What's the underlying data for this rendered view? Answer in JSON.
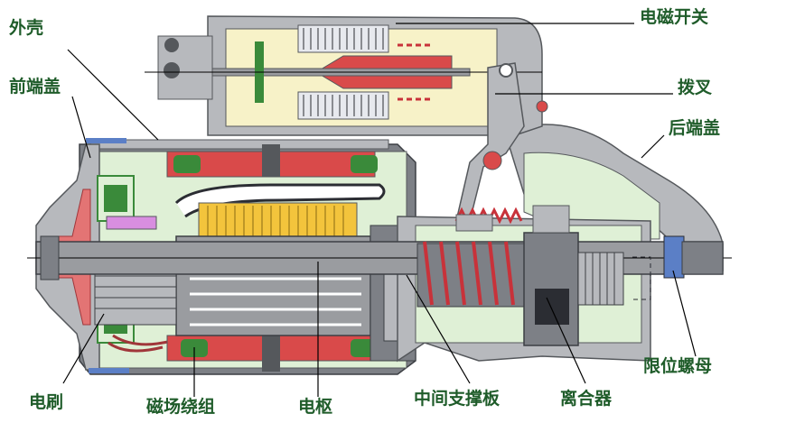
{
  "diagram": {
    "labels": {
      "shell": "外壳",
      "front_cover": "前端盖",
      "solenoid_switch": "电磁开关",
      "shift_fork": "拨叉",
      "rear_cover": "后端盖",
      "limit_nut": "限位螺母",
      "brush": "电刷",
      "field_winding": "磁场绕组",
      "armature": "电枢",
      "middle_bearing_plate": "中间支撑板",
      "clutch": "离合器"
    },
    "colors": {
      "label_text": "#1f5c2a",
      "leader_line": "#000000",
      "housing_gray": "#b7b9bd",
      "housing_dark": "#7d8086",
      "interior_green": "#dff0d6",
      "winding_red": "#d94a4a",
      "armature_yellow": "#f3c43c",
      "spring_red": "#c8323a",
      "accent_blue": "#5b7fc6",
      "shaft_gray": "#9a9ca0",
      "brush_green": "#3a8a3a",
      "magenta": "#d88ee0"
    }
  }
}
